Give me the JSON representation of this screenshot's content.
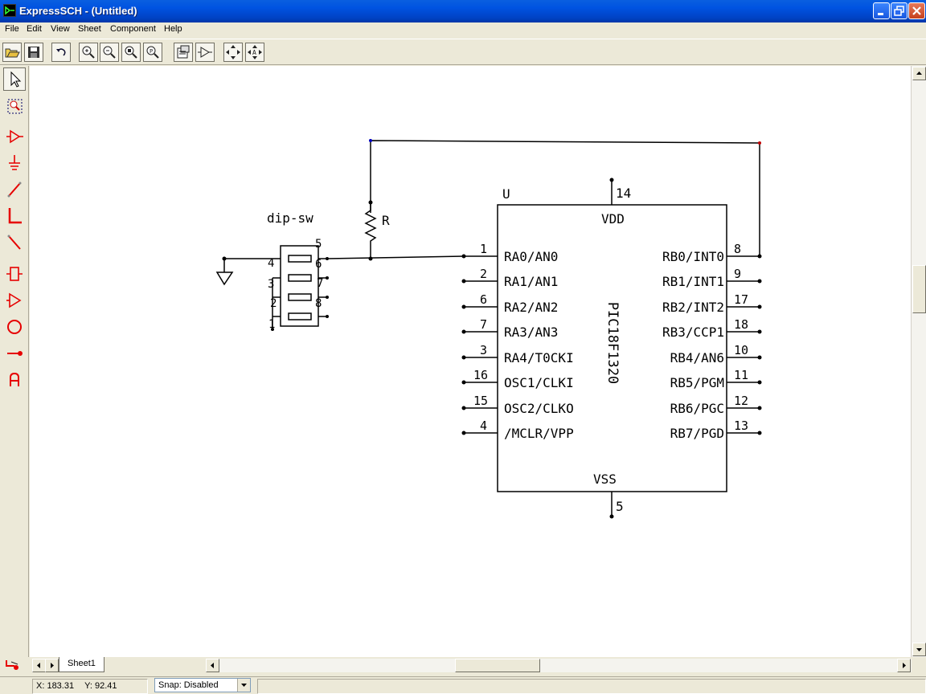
{
  "window": {
    "title": "ExpressSCH - (Untitled)"
  },
  "menu": [
    "File",
    "Edit",
    "View",
    "Sheet",
    "Component",
    "Help"
  ],
  "toolbar": {
    "icons": [
      "open-icon",
      "save-icon",
      "undo-icon",
      "zoom-in-icon",
      "zoom-out-icon",
      "zoom-area-icon",
      "zoom-page-icon",
      "properties-icon",
      "rotate-component-icon",
      "move-icon",
      "move-label-icon"
    ]
  },
  "left_tools": [
    "select-icon",
    "zoom-select-icon",
    "component-icon",
    "ground-icon",
    "wire-icon",
    "bus-icon",
    "bus-entry-icon",
    "port-icon",
    "buffer-icon",
    "circle-icon",
    "pin-icon",
    "text-icon"
  ],
  "schematic": {
    "chip": {
      "designator": "U",
      "part": "PIC18F1320",
      "vdd_label": "VDD",
      "vdd_pin": "14",
      "vss_label": "VSS",
      "vss_pin": "5",
      "left_pins": [
        {
          "num": "1",
          "name": "RA0/AN0"
        },
        {
          "num": "2",
          "name": "RA1/AN1"
        },
        {
          "num": "6",
          "name": "RA2/AN2"
        },
        {
          "num": "7",
          "name": "RA3/AN3"
        },
        {
          "num": "3",
          "name": "RA4/T0CKI"
        },
        {
          "num": "16",
          "name": "OSC1/CLKI"
        },
        {
          "num": "15",
          "name": "OSC2/CLKO"
        },
        {
          "num": "4",
          "name": "/MCLR/VPP"
        }
      ],
      "right_pins": [
        {
          "num": "8",
          "name": "RB0/INT0"
        },
        {
          "num": "9",
          "name": "RB1/INT1"
        },
        {
          "num": "17",
          "name": "RB2/INT2"
        },
        {
          "num": "18",
          "name": "RB3/CCP1"
        },
        {
          "num": "10",
          "name": "RB4/AN6"
        },
        {
          "num": "11",
          "name": "RB5/PGM"
        },
        {
          "num": "12",
          "name": "RB6/PGC"
        },
        {
          "num": "13",
          "name": "RB7/PGD"
        }
      ]
    },
    "dip": {
      "designator": "dip-sw",
      "left_pins": [
        "4",
        "3",
        "2",
        "1"
      ],
      "right_pins": [
        "5",
        "6",
        "7",
        "8"
      ]
    },
    "resistor": {
      "designator": "R"
    }
  },
  "sheet_tab": "Sheet1",
  "status": {
    "x": "X: 183.31",
    "y": "Y: 92.41",
    "snap": "Snap:  Disabled"
  },
  "colors": {
    "titlebar": "#0054e3",
    "tool_red": "#e60000",
    "canvas": "#ffffff"
  }
}
